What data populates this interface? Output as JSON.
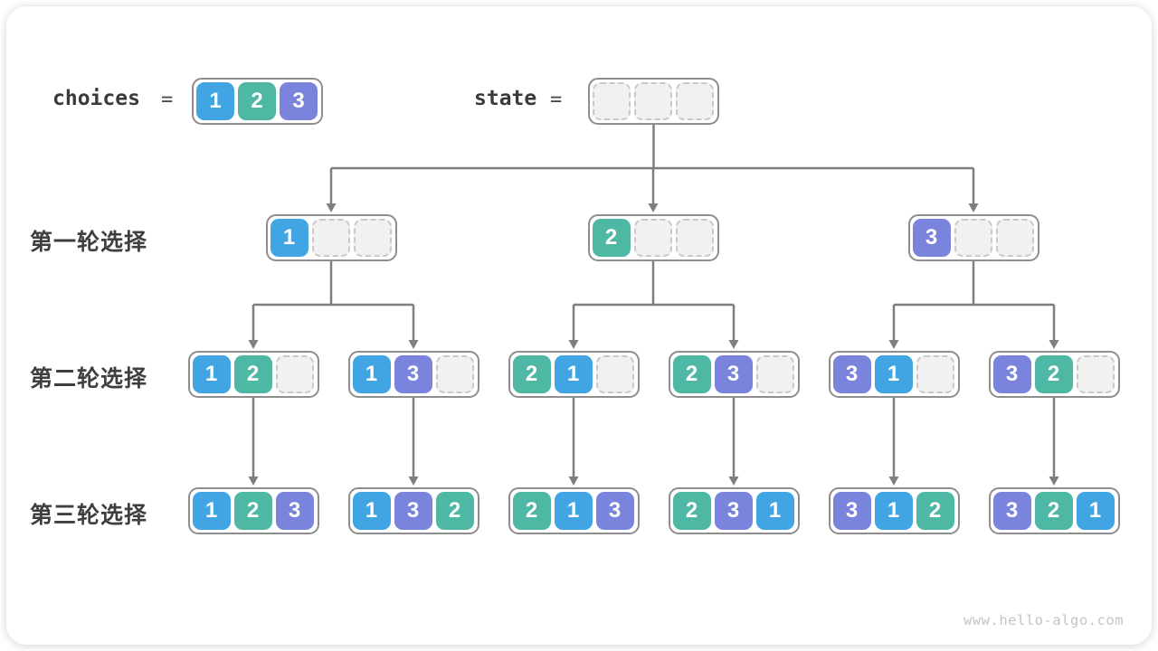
{
  "header": {
    "choices_label": "choices",
    "state_label": "state",
    "equals": "=",
    "choices_values": [
      1,
      2,
      3
    ],
    "state_cells": 3
  },
  "colors": {
    "value_1": "#42a5e3",
    "value_2": "#4eb8a5",
    "value_3": "#7b84dd",
    "connector": "#7f7f7f",
    "box_border": "#8e8e8e",
    "empty_cell": "#f1f1f2"
  },
  "rows": [
    {
      "label": "第一轮选择",
      "nodes": [
        [
          1,
          null,
          null
        ],
        [
          2,
          null,
          null
        ],
        [
          3,
          null,
          null
        ]
      ]
    },
    {
      "label": "第二轮选择",
      "nodes": [
        [
          1,
          2,
          null
        ],
        [
          1,
          3,
          null
        ],
        [
          2,
          1,
          null
        ],
        [
          2,
          3,
          null
        ],
        [
          3,
          1,
          null
        ],
        [
          3,
          2,
          null
        ]
      ]
    },
    {
      "label": "第三轮选择",
      "nodes": [
        [
          1,
          2,
          3
        ],
        [
          1,
          3,
          2
        ],
        [
          2,
          1,
          3
        ],
        [
          2,
          3,
          1
        ],
        [
          3,
          1,
          2
        ],
        [
          3,
          2,
          1
        ]
      ]
    }
  ],
  "footer": {
    "watermark": "www.hello-algo.com"
  }
}
